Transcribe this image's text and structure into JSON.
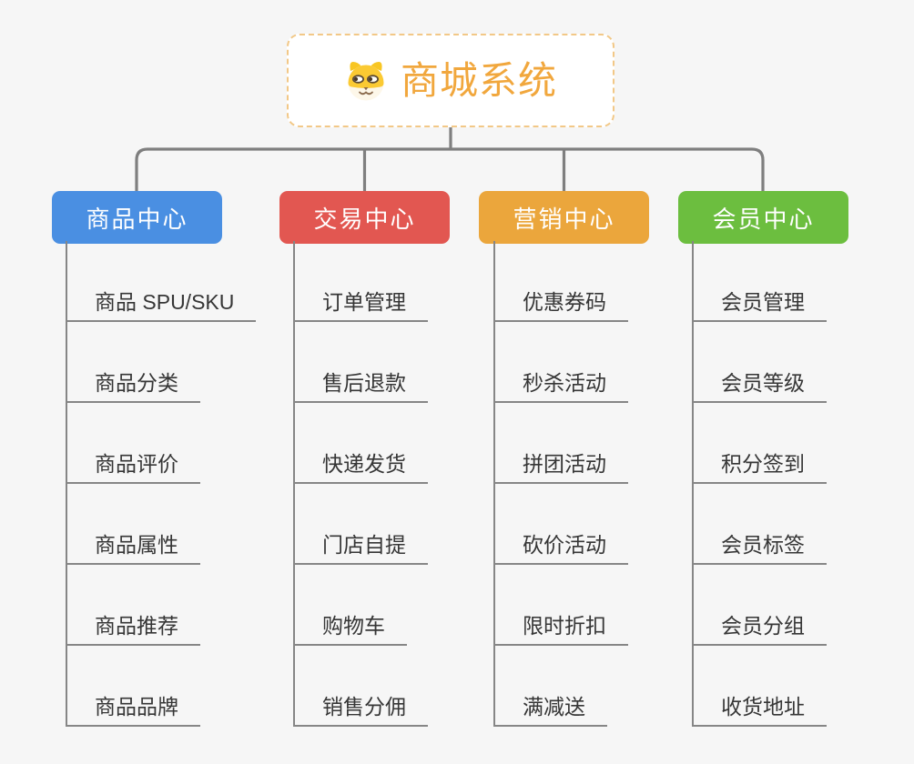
{
  "page": {
    "background": "#f6f6f6",
    "connector_color": "#7f7f7f",
    "underline_color": "#868686"
  },
  "root": {
    "title": "商城系统",
    "icon": "shiba-dog-icon",
    "title_color": "#f1a73d",
    "border_color": "#f2c887"
  },
  "branches": [
    {
      "id": "product-center",
      "label": "商品中心",
      "color": "#4a8fe2",
      "items": [
        "商品 SPU/SKU",
        "商品分类",
        "商品评价",
        "商品属性",
        "商品推荐",
        "商品品牌"
      ]
    },
    {
      "id": "trade-center",
      "label": "交易中心",
      "color": "#e25751",
      "items": [
        "订单管理",
        "售后退款",
        "快递发货",
        "门店自提",
        "购物车",
        "销售分佣"
      ]
    },
    {
      "id": "marketing-center",
      "label": "营销中心",
      "color": "#eba63c",
      "items": [
        "优惠券码",
        "秒杀活动",
        "拼团活动",
        "砍价活动",
        "限时折扣",
        "满减送"
      ]
    },
    {
      "id": "member-center",
      "label": "会员中心",
      "color": "#6cbe3f",
      "items": [
        "会员管理",
        "会员等级",
        "积分签到",
        "会员标签",
        "会员分组",
        "收货地址"
      ]
    }
  ]
}
